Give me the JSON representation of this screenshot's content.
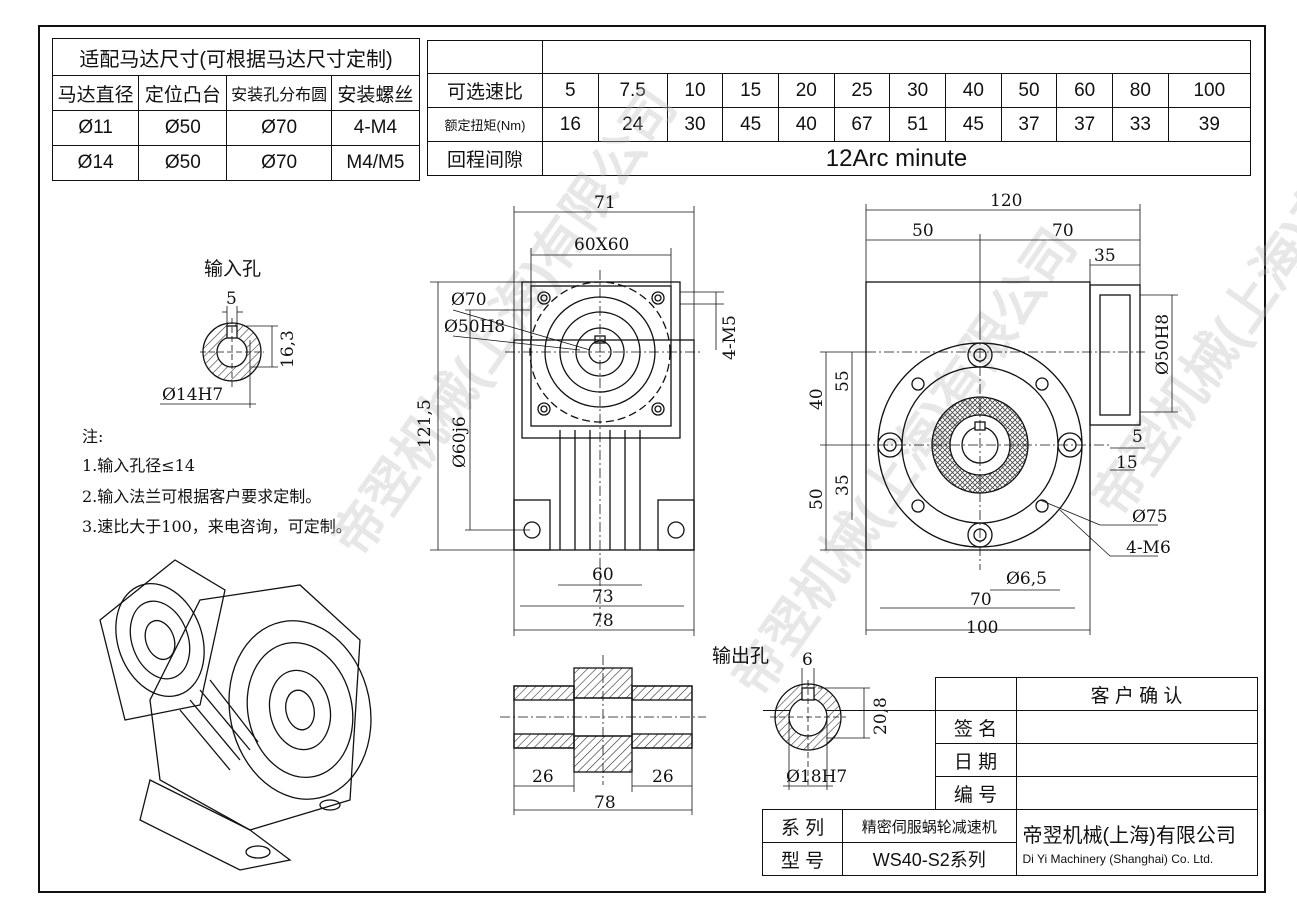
{
  "motor_table": {
    "title": "适配马达尺寸(可根据马达尺寸定制)",
    "headers": [
      "马达直径",
      "定位凸台",
      "安装孔分布圆",
      "安装螺丝"
    ],
    "rows": [
      [
        "Ø11",
        "Ø50",
        "Ø70",
        "4-M4"
      ],
      [
        "Ø14",
        "Ø50",
        "Ø70",
        "M4/M5"
      ]
    ]
  },
  "ratio_table": {
    "ratio_label": "可选速比",
    "ratios": [
      "5",
      "7.5",
      "10",
      "15",
      "20",
      "25",
      "30",
      "40",
      "50",
      "60",
      "80",
      "100"
    ],
    "torque_label": "额定扭矩(Nm)",
    "torques": [
      "16",
      "24",
      "30",
      "45",
      "40",
      "67",
      "51",
      "45",
      "37",
      "37",
      "33",
      "39"
    ],
    "backlash_label": "回程间隙",
    "backlash_value": "12Arc minute"
  },
  "input_hole": {
    "title": "输入孔",
    "key_width": "5",
    "height": "16,3",
    "diameter": "Ø14H7"
  },
  "output_hole": {
    "title": "输出孔",
    "key_width": "6",
    "height": "20,8",
    "diameter": "Ø18H7"
  },
  "notes": {
    "heading": "注:",
    "items": [
      "1.输入孔径≤14",
      "2.输入法兰可根据客户要求定制。",
      "3.速比大于100，来电咨询，可定制。"
    ]
  },
  "front_view_dims": {
    "width_top": "71",
    "square": "60X60",
    "bolt_circle": "Ø70",
    "pilot": "Ø50H8",
    "holes": "4-M5",
    "height": "121,5",
    "shaft": "Ø60j6",
    "w60": "60",
    "w73": "73",
    "w78": "78"
  },
  "side_view_dims": {
    "total": "120",
    "d50": "50",
    "d70": "70",
    "d35": "35",
    "pilot": "Ø50H8",
    "v40": "40",
    "v55": "55",
    "v35": "35",
    "v50": "50",
    "d5": "5",
    "d15": "15",
    "bolt": "Ø75",
    "holes": "4-M6",
    "hole_dia": "Ø6,5",
    "b70": "70",
    "b100": "100"
  },
  "shaft_dims": {
    "left": "26",
    "right": "26",
    "total": "78"
  },
  "title_block": {
    "confirm": "客 户 确 认",
    "sign": "签  名",
    "date": "日  期",
    "number": "编  号",
    "series_label": "系  列",
    "series_value": "精密伺服蜗轮减速机",
    "model_label": "型  号",
    "model_value": "WS40-S2系列",
    "company_cn": "帝翌机械(上海)有限公司",
    "company_en": "Di Yi Machinery (Shanghai) Co. Ltd."
  },
  "watermark": "帝翌机械(上海)有限公司",
  "colors": {
    "line": "#111111",
    "hatch": "#333333",
    "watermark": "#d9d9d9",
    "watermark_red": "#f2c5c5"
  }
}
